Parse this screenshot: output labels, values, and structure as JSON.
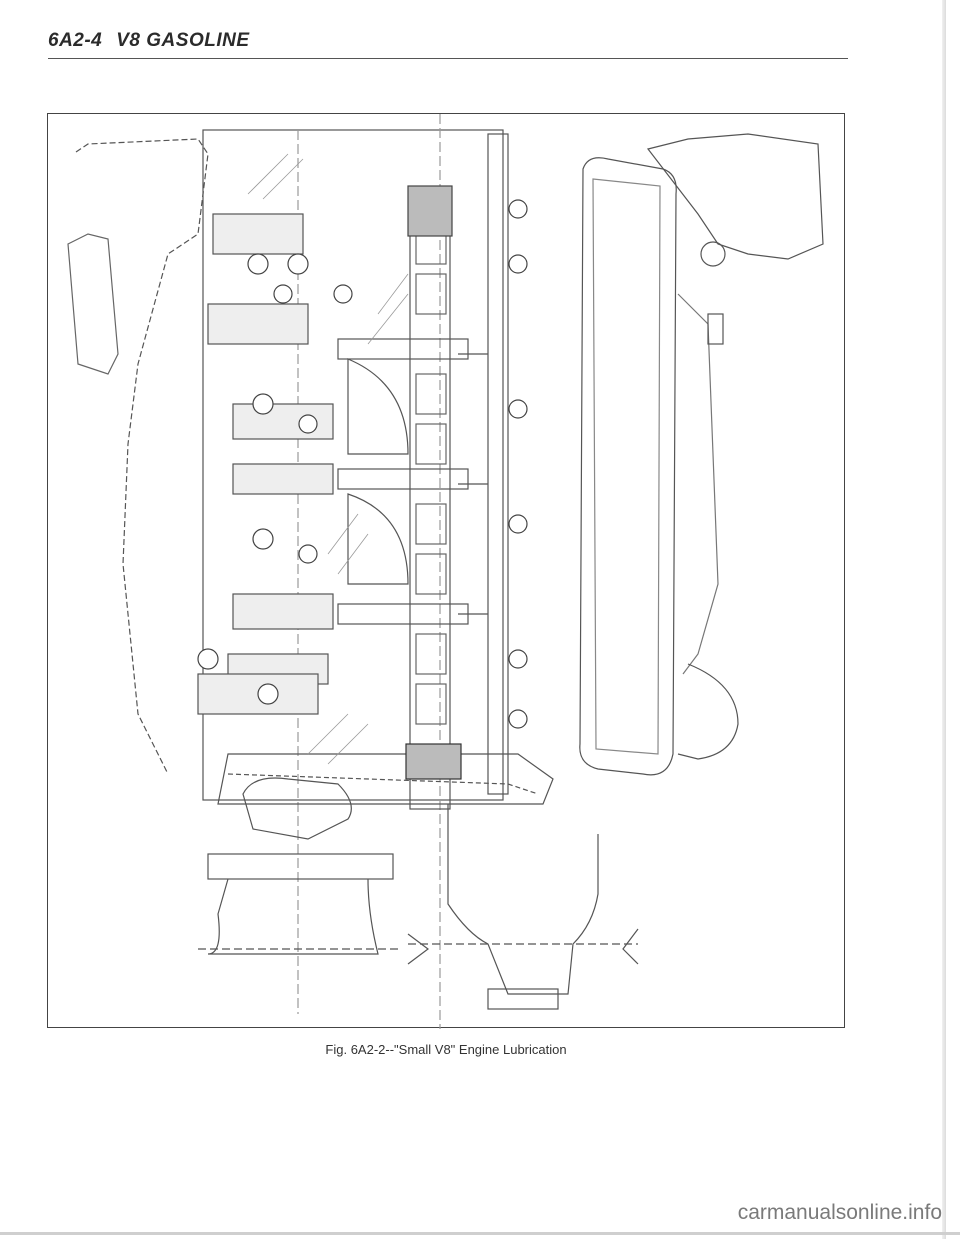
{
  "header": {
    "section": "6A2-4",
    "title": "V8 GASOLINE"
  },
  "figure": {
    "caption": "Fig. 6A2-2--\"Small V8\" Engine Lubrication"
  },
  "watermark": "carmanualsonline.info"
}
